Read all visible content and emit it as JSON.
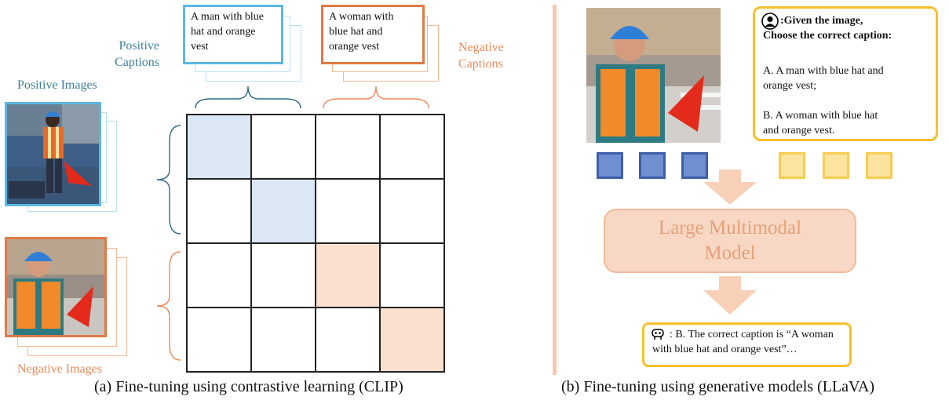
{
  "left": {
    "positive_captions_label": "Positive\nCaptions",
    "negative_captions_label": "Negative\nCaptions",
    "positive_images_label": "Positive Images",
    "negative_images_label": "Negative Images",
    "positive_caption_text": "A man with blue\nhat and orange\nvest",
    "negative_caption_text": "A woman with\nblue hat and\norange vest",
    "subcaption": "(a) Fine-tuning using contrastive learning (CLIP)",
    "highlight_colors": {
      "positive": "#dbe7f4",
      "negative": "#fbe0d0"
    }
  },
  "right": {
    "question_title": ":Given the image,\nChoose the correct caption:",
    "option_a": "A. A man with blue hat and\norange vest;",
    "option_b": "B. A woman with blue hat\nand orange vest.",
    "model_label": "Large Multimodal\nModel",
    "answer_text": ": B. The correct caption is “A woman\nwith blue hat and orange vest”…",
    "subcaption": "(b) Fine-tuning using generative models (LLaVA)"
  },
  "colors": {
    "blue_accent": "#5bb8e0",
    "orange_accent": "#e07a45",
    "yellow_border": "#f4c02e",
    "divider": "#f6c9b2"
  }
}
